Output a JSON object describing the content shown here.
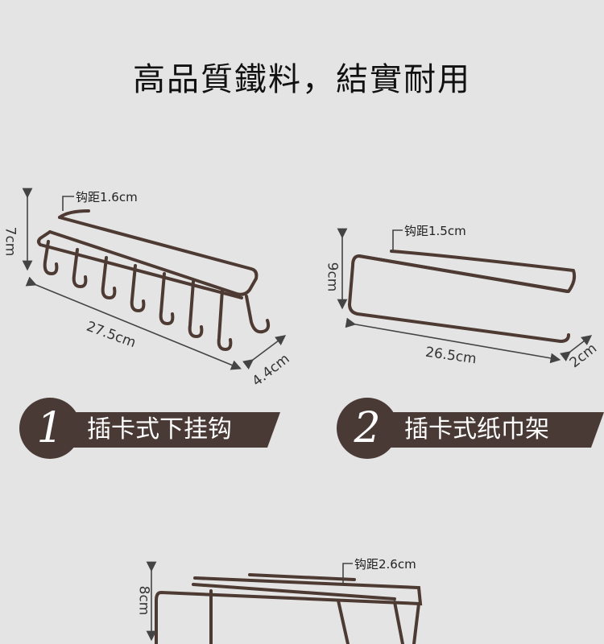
{
  "headline": "高品質鐵料，結實耐用",
  "products": [
    {
      "number": "1",
      "name": "插卡式下挂钩",
      "hook_spacing": "钩距1.6cm",
      "height": "7cm",
      "length": "27.5cm",
      "width": "4.4cm"
    },
    {
      "number": "2",
      "name": "插卡式纸巾架",
      "hook_spacing": "钩距1.5cm",
      "height": "9cm",
      "length": "26.5cm",
      "width": "2cm"
    },
    {
      "hook_spacing": "钩距2.6cm",
      "height": "8cm"
    }
  ],
  "colors": {
    "metal": "#4d3a33",
    "badge": "#4a3a35",
    "background": "#e4e4e4"
  }
}
